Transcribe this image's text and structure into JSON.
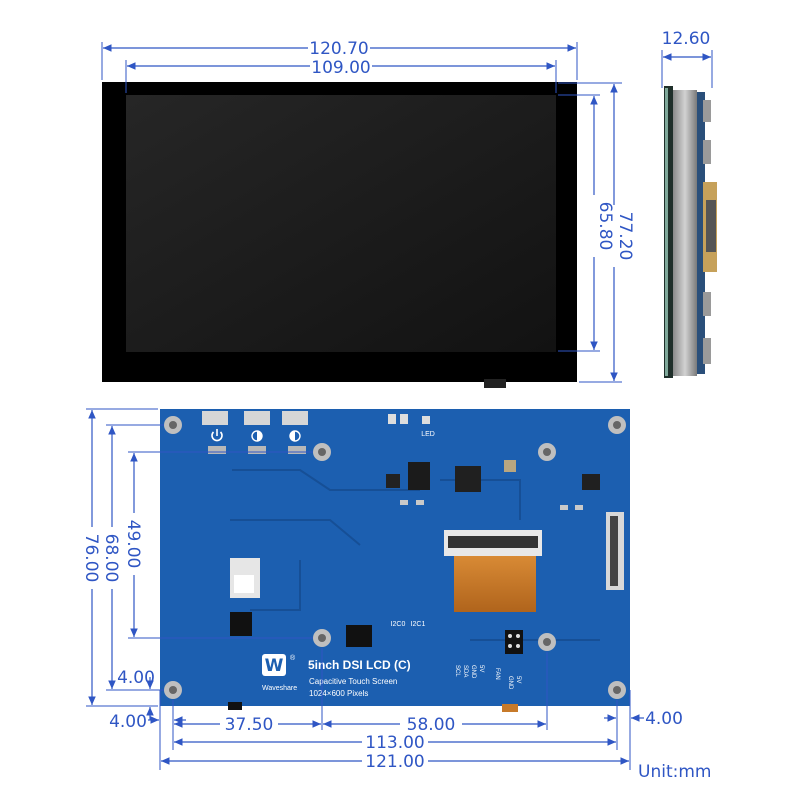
{
  "colors": {
    "dimension": "#2f56c4",
    "screen_bezel": "#000000",
    "screen_glass": "#1c1c1c",
    "pcb": "#1c5fb0",
    "pcb_dark": "#164f96",
    "flex_cable": "#c77a2a",
    "background": "#ffffff"
  },
  "front_view": {
    "outer_width": "120.70",
    "active_width": "109.00",
    "outer_height": "77.20",
    "active_height": "65.80"
  },
  "side_view": {
    "thickness": "12.60"
  },
  "back_view": {
    "board_height": "76.00",
    "hole_span_vertical": "68.00",
    "center_hole_vertical": "49.00",
    "hole_offset_left_vertical": "4.00",
    "hole_offset_left_horizontal": "4.00",
    "hole_offset_right": "4.00",
    "center_hole_horizontal": "37.50",
    "right_hole_horizontal": "58.00",
    "hole_span_horizontal": "113.00",
    "board_width": "121.00"
  },
  "pcb_labels": {
    "led": "LED",
    "i2c0": "I2C0",
    "i2c1": "I2C1",
    "product_name": "5inch DSI LCD (C)",
    "touch": "Capacitive Touch Screen",
    "resolution": "1024×600 Pixels",
    "brand": "Waveshare",
    "brand_mark": "W",
    "registered": "®",
    "pin_scl": "SCL",
    "pin_sda": "SDA",
    "pin_gnd": "GND",
    "pin_5v": "5V",
    "fan": "FAN",
    "fan_gnd": "GND",
    "fan_5v": "5V"
  },
  "icons": {
    "power": "power-icon",
    "brightness_down": "brightness-down-icon",
    "brightness_up": "brightness-up-icon"
  },
  "unit_label": "Unit:mm"
}
